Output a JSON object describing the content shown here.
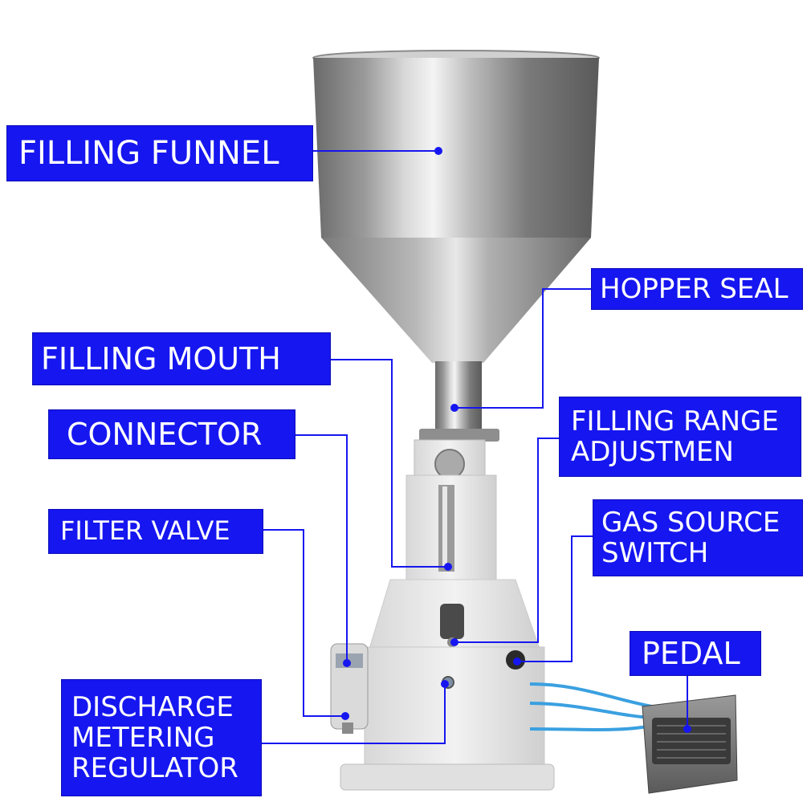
{
  "labels": {
    "filling_funnel": "FILLING FUNNEL",
    "hopper_seal": "HOPPER SEAL",
    "filling_mouth": "FILLING MOUTH",
    "connector": "CONNECTOR",
    "filling_range_line1": "FILLING RANGE",
    "filling_range_line2": "ADJUSTMEN",
    "filter_valve": "FILTER VALVE",
    "gas_source_line1": "GAS SOURCE",
    "gas_source_line2": "SWITCH",
    "pedal": "PEDAL",
    "discharge_line1": "DISCHARGE",
    "discharge_line2": "METERING",
    "discharge_line3": "REGULATOR"
  },
  "colors": {
    "label_bg": "#1616f0",
    "label_text": "#ffffff",
    "leader_line": "#1616f0",
    "steel_light": "#e4e4e4",
    "steel_dark": "#5a5a5a",
    "body_white": "#ececec",
    "hose_blue": "#3aa0e0"
  }
}
